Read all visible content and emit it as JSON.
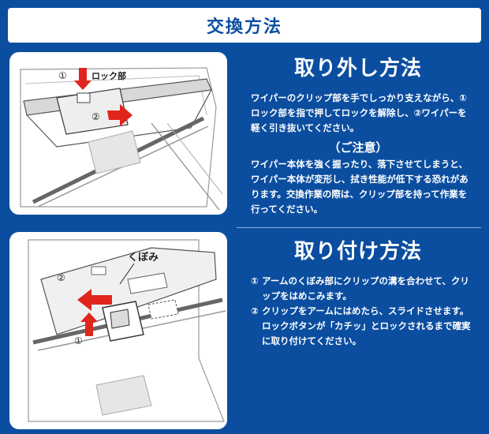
{
  "header": {
    "title": "交換方法"
  },
  "removal": {
    "title": "取り外し方法",
    "text": "ワイパーのクリップ部を手でしっかり支えながら、①ロック部を指で押してロックを解除し、②ワイパーを軽く引き抜いてください。",
    "notice_title": "（ご注意）",
    "notice_text": "ワイパー本体を強く握ったり、落下させてしまうと、ワイパー本体が変形し、拭き性能が低下する恐れがあります。交換作業の際は、クリップ部を持って作業を行ってください。"
  },
  "removal_figure": {
    "marker1": "①",
    "marker2": "②",
    "lock_label": "ロック部"
  },
  "install": {
    "title": "取り付け方法",
    "step1_num": "①",
    "step1_text": "アームのくぼみ部にクリップの溝を合わせて、クリップをはめこみます。",
    "step2_num": "②",
    "step2_text": "クリップをアームにはめたら、スライドさせます。ロックボタンが「カチッ」とロックされるまで確実に取り付けてください。"
  },
  "install_figure": {
    "marker1": "①",
    "marker2": "②",
    "dimple_label": "くぼみ"
  },
  "colors": {
    "background": "#0b4ea0",
    "arrow": "#e0261c",
    "header_bg": "#ffffff"
  }
}
